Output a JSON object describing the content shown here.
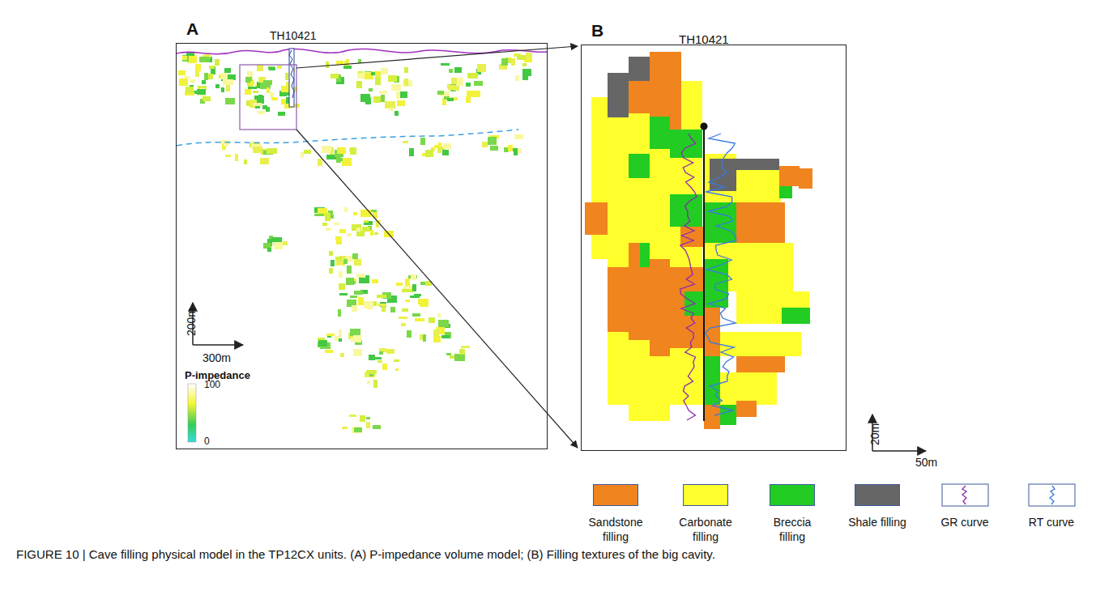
{
  "diagram": {
    "caption": "FIGURE 10 | Cave filling physical model in the TP12CX units. (A) P-impedance volume model; (B) Filling textures of the big cavity.",
    "nodes": [
      {
        "text": [
          "A"
        ]
      },
      {
        "text": [
          "B"
        ]
      }
    ],
    "labels": [
      "TH10421",
      "TH10421",
      "200m",
      "300m",
      "P-impedance",
      "100",
      "0",
      "20m",
      "50m"
    ],
    "legend": [
      {
        "text": "Sandstone filling",
        "color": "#f0841e"
      },
      {
        "text": "Carbonate filling",
        "color": "#ffff2e"
      },
      {
        "text": "Breccia filling",
        "color": "#22cc22"
      },
      {
        "text": "Shale filling",
        "color": "#666666"
      },
      {
        "text": "GR curve"
      },
      {
        "text": "RT curve"
      }
    ]
  }
}
